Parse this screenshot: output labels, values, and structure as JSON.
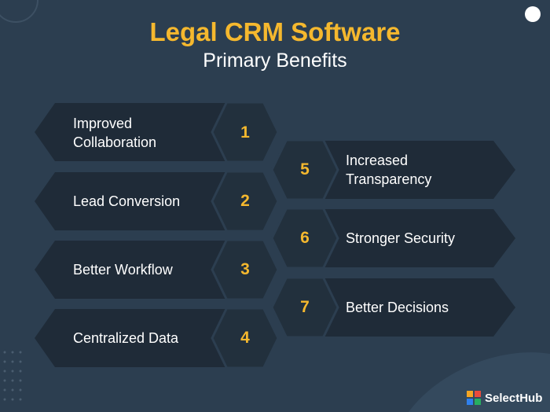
{
  "header": {
    "title": "Legal CRM Software",
    "subtitle": "Primary Benefits"
  },
  "benefits": [
    {
      "number": "1",
      "label": "Improved\nCollaboration"
    },
    {
      "number": "2",
      "label": "Lead Conversion"
    },
    {
      "number": "3",
      "label": "Better Workflow"
    },
    {
      "number": "4",
      "label": "Centralized Data"
    },
    {
      "number": "5",
      "label": "Increased\nTransparency"
    },
    {
      "number": "6",
      "label": "Stronger Security"
    },
    {
      "number": "7",
      "label": "Better Decisions"
    }
  ],
  "brand": {
    "name": "SelectHub"
  },
  "colors": {
    "background": "#2c3e50",
    "card": "#1f2b38",
    "hexagon": "#22303d",
    "accent": "#f5b82e",
    "text": "#ffffff"
  }
}
